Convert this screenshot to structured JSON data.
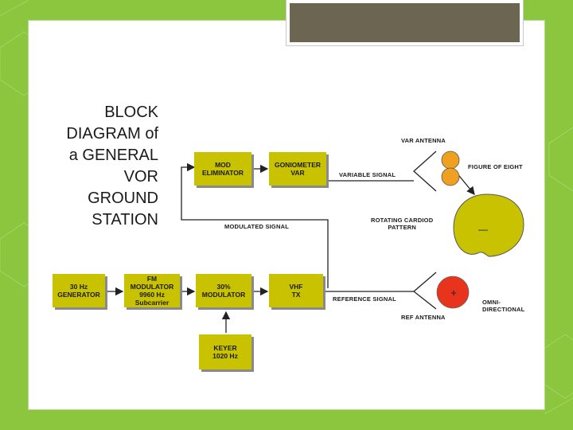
{
  "slide": {
    "title_lines": [
      "BLOCK",
      "DIAGRAM of",
      "a GENERAL",
      "VOR",
      "GROUND",
      "STATION"
    ]
  },
  "blocks": {
    "mod_eliminator": [
      "MOD",
      "ELIMINATOR"
    ],
    "goniometer": [
      "GONIOMETER",
      "VAR"
    ],
    "generator": [
      "30 Hz",
      "GENERATOR"
    ],
    "fm_modulator": [
      "FM",
      "MODULATOR",
      "9960 Hz",
      "Subcarrier"
    ],
    "am_modulator": [
      "30%",
      "MODULATOR"
    ],
    "vhf_tx": [
      "VHF",
      "TX"
    ],
    "keyer": [
      "KEYER",
      "1020 Hz"
    ]
  },
  "labels": {
    "var_antenna": "VAR ANTENNA",
    "variable_signal": "VARIABLE   SIGNAL",
    "figure_of_eight": "FIGURE  OF EIGHT",
    "modulated_signal": "MODULATED   SIGNAL",
    "rotating_cardioid": [
      "ROTATING CARDIOD",
      "PATTERN"
    ],
    "reference_signal": "REFERENCE    SIGNAL",
    "ref_antenna": "REF  ANTENNA",
    "omni_directional": [
      "OMNI-",
      "DIRECTIONAL"
    ],
    "minus_sign": "—",
    "plus_sign": "+"
  },
  "colors": {
    "background": "#8cc63f",
    "block_fill": "#c9c200",
    "pattern_fill": "#c9c200",
    "lobe_fill": "#f0a020",
    "omni_fill": "#e8341c",
    "title_tab": "#6b6551"
  }
}
